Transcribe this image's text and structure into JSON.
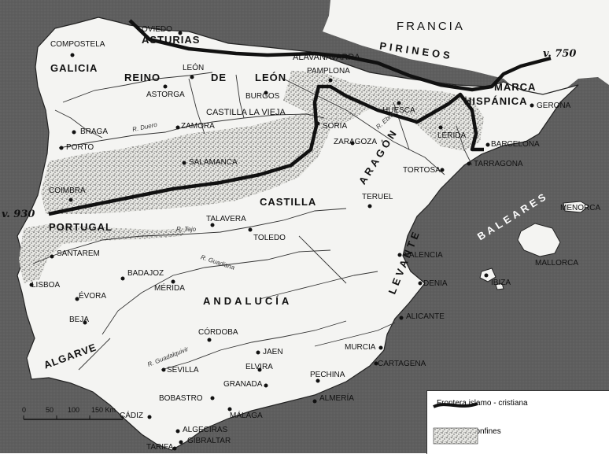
{
  "cities": [
    {
      "id": "oviedo",
      "name": "OVIEDO"
    },
    {
      "id": "compostela",
      "name": "COMPOSTELA"
    },
    {
      "id": "leon",
      "name": "LEÓN"
    },
    {
      "id": "astorga",
      "name": "ASTORGA"
    },
    {
      "id": "pamplona",
      "name": "PAMPLONA"
    },
    {
      "id": "burgos",
      "name": "BURGOS"
    },
    {
      "id": "huesca",
      "name": "HUESCA"
    },
    {
      "id": "gerona",
      "name": "GERONA"
    },
    {
      "id": "braga",
      "name": "BRAGA"
    },
    {
      "id": "zamora",
      "name": "ZAMORA"
    },
    {
      "id": "soria",
      "name": "SORIA"
    },
    {
      "id": "lerida",
      "name": "LÉRIDA"
    },
    {
      "id": "porto",
      "name": "PORTO"
    },
    {
      "id": "zaragoza",
      "name": "ZARAGOZA"
    },
    {
      "id": "barcelona",
      "name": "BARCELONA"
    },
    {
      "id": "salamanca",
      "name": "SALAMANCA"
    },
    {
      "id": "tortosa",
      "name": "TORTOSA"
    },
    {
      "id": "tarragona",
      "name": "TARRAGONA"
    },
    {
      "id": "coimbra",
      "name": "COIMBRA"
    },
    {
      "id": "teruel",
      "name": "TERUEL"
    },
    {
      "id": "talavera",
      "name": "TALAVERA"
    },
    {
      "id": "toledo",
      "name": "TOLEDO"
    },
    {
      "id": "santarem",
      "name": "SANTAREM"
    },
    {
      "id": "valencia",
      "name": "VALENCIA"
    },
    {
      "id": "badajoz",
      "name": "BADAJOZ"
    },
    {
      "id": "lisboa",
      "name": "LISBOA"
    },
    {
      "id": "merida",
      "name": "MÉRIDA"
    },
    {
      "id": "denia",
      "name": "DENIA"
    },
    {
      "id": "ibiza",
      "name": "IBIZA"
    },
    {
      "id": "evora",
      "name": "ÉVORA"
    },
    {
      "id": "beja",
      "name": "BEJA"
    },
    {
      "id": "alicante",
      "name": "ALICANTE"
    },
    {
      "id": "cordoba",
      "name": "CÓRDOBA"
    },
    {
      "id": "jaen",
      "name": "JAEN"
    },
    {
      "id": "murcia",
      "name": "MURCIA"
    },
    {
      "id": "sevilla",
      "name": "SEVILLA"
    },
    {
      "id": "elvira",
      "name": "ELVIRA"
    },
    {
      "id": "cartagena",
      "name": "CARTAGENA"
    },
    {
      "id": "pechina",
      "name": "PECHINA"
    },
    {
      "id": "granada",
      "name": "GRANADA"
    },
    {
      "id": "bobastro",
      "name": "BOBASTRO"
    },
    {
      "id": "almeria",
      "name": "ALMERÍA"
    },
    {
      "id": "cadiz",
      "name": "CÁDIZ"
    },
    {
      "id": "malaga",
      "name": "MÁLAGA"
    },
    {
      "id": "algeciras",
      "name": "ALGECIRAS"
    },
    {
      "id": "gibraltar",
      "name": "GIBRALTAR"
    },
    {
      "id": "tarifa",
      "name": "TARIFA"
    }
  ],
  "regions": {
    "francia": "FRANCIA",
    "pirineos": "PIRINEOS",
    "asturias": "ASTURIAS",
    "galicia": "GALICIA",
    "alava": "ALAVA",
    "navarra": "NAVARRA",
    "reino": "REINO",
    "de": "DE",
    "leon": "LEÓN",
    "marca": "MARCA",
    "hispanica": "HISPÁNICA",
    "castilla_vieja": "CASTILLA LA VIEJA",
    "aragon": "ARAGÓN",
    "castilla": "CASTILLA",
    "portugal": "PORTUGAL",
    "levante": "LEVANTE",
    "baleares": "BALEARES",
    "menorca": "MENORCA",
    "mallorca": "MALLORCA",
    "andalucia": "ANDALUCÍA",
    "algarve": "ALGARVE"
  },
  "rivers": {
    "duero": "R. Duero",
    "ebro": "R. Ebro",
    "tajo": "R. Tajo",
    "guadiana": "R. Guadiana",
    "guadalquivir": "R. Guadalquivir"
  },
  "annotations": {
    "v750": "v. 750",
    "v930": "v. 930"
  },
  "legend": {
    "frontier": "Frontera islamo - cristiana",
    "zones": "Zonas de confines"
  },
  "scale": {
    "ticks": [
      "0",
      "50",
      "100",
      "150 Km"
    ]
  },
  "colors": {
    "sea": "#5e5e5e",
    "land": "#f4f4f2",
    "frontier": "#111111",
    "ink": "#222222"
  }
}
